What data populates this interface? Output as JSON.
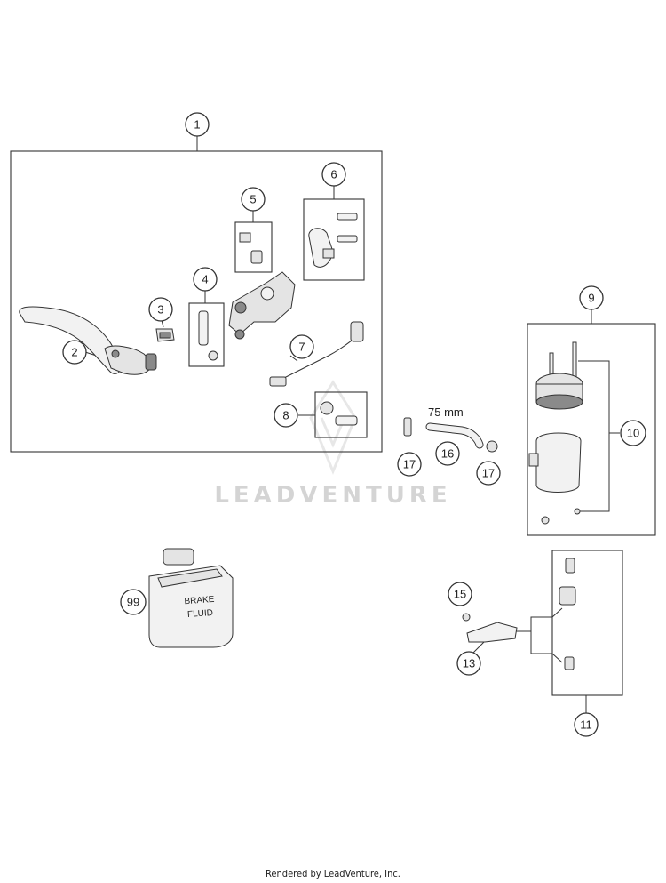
{
  "diagram": {
    "watermark": "LEADVENTURE",
    "footer": "Rendered by LeadVenture, Inc.",
    "dimension_label": "75 mm",
    "bottle_text_line1": "BRAKE",
    "bottle_text_line2": "FLUID",
    "callouts": {
      "c1": "1",
      "c2": "2",
      "c3": "3",
      "c4": "4",
      "c5": "5",
      "c6": "6",
      "c7": "7",
      "c8": "8",
      "c9": "9",
      "c10": "10",
      "c11": "11",
      "c13": "13",
      "c15": "15",
      "c16": "16",
      "c17a": "17",
      "c17b": "17",
      "c99": "99"
    }
  }
}
